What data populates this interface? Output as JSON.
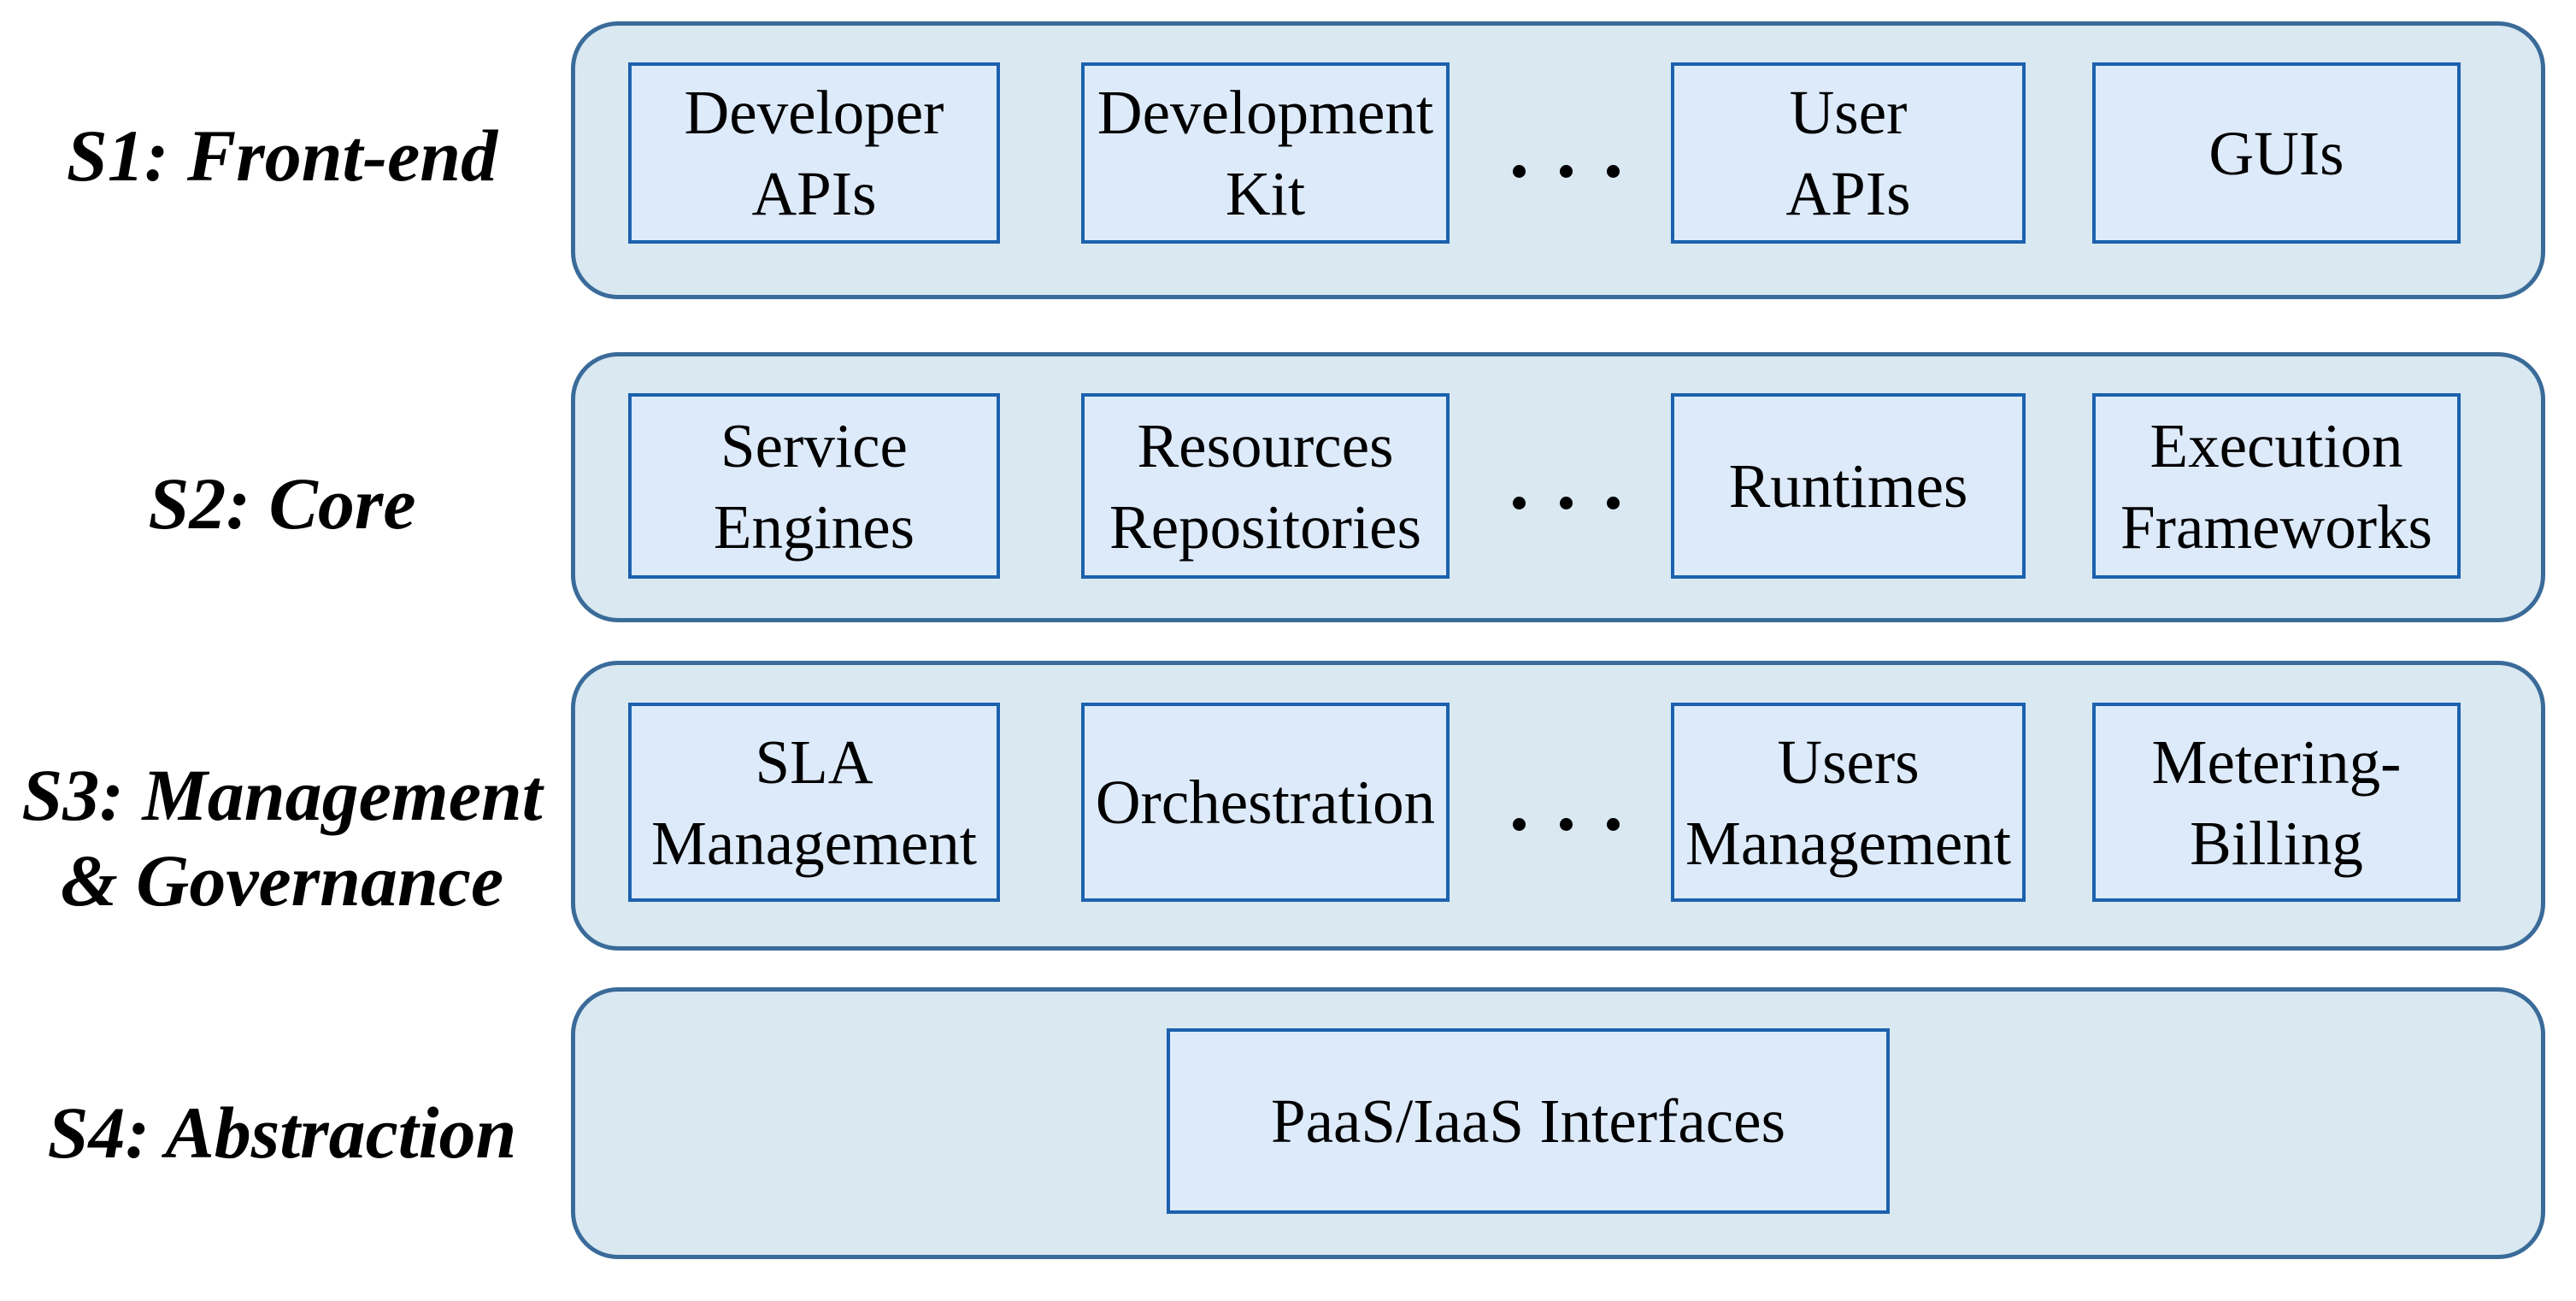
{
  "diagram": {
    "colors": {
      "container_fill": "#d9e8f1",
      "container_border": "#3a6b99",
      "box_fill": "#ddeafa",
      "box_border": "#1c61ae",
      "text": "#000000"
    },
    "layers": [
      {
        "label_lines": [
          "S1: Front-end"
        ],
        "ellipsis": "...",
        "boxes": [
          {
            "lines": [
              "Developer",
              "APIs"
            ]
          },
          {
            "lines": [
              "Development",
              "Kit"
            ]
          },
          {
            "lines": [
              "User",
              "APIs"
            ]
          },
          {
            "lines": [
              "GUIs"
            ]
          }
        ]
      },
      {
        "label_lines": [
          "S2: Core"
        ],
        "ellipsis": "...",
        "boxes": [
          {
            "lines": [
              "Service",
              "Engines"
            ]
          },
          {
            "lines": [
              "Resources",
              "Repositories"
            ]
          },
          {
            "lines": [
              "Runtimes"
            ]
          },
          {
            "lines": [
              "Execution",
              "Frameworks"
            ]
          }
        ]
      },
      {
        "label_lines": [
          "S3: Management",
          "& Governance"
        ],
        "ellipsis": "...",
        "boxes": [
          {
            "lines": [
              "SLA",
              "Management"
            ]
          },
          {
            "lines": [
              "Orchestration"
            ]
          },
          {
            "lines": [
              "Users",
              "Management"
            ]
          },
          {
            "lines": [
              "Metering-",
              "Billing"
            ]
          }
        ]
      },
      {
        "label_lines": [
          "S4: Abstraction"
        ],
        "ellipsis": "",
        "boxes": [
          {
            "lines": [
              "PaaS/IaaS Interfaces"
            ]
          }
        ]
      }
    ]
  }
}
